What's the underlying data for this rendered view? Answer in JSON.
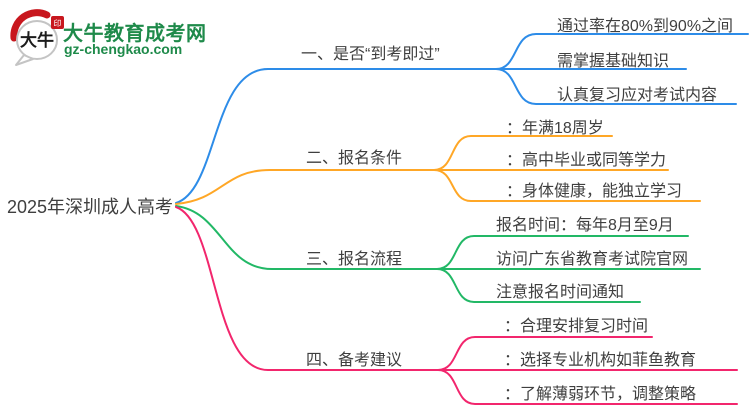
{
  "brand": {
    "logo_text": "大牛",
    "name": "大牛教育成考网",
    "domain": "gz-chengkao.com",
    "color": "#1e8a4a",
    "seal_color": "#c8171e"
  },
  "center": {
    "label": "2025年深圳成人高考"
  },
  "branches": [
    {
      "label": "一、是否“到考即过”",
      "color": "#2d8ce8",
      "children": [
        "通过率在80%到90%之间",
        "需掌握基础知识",
        "认真复习应对考试内容"
      ]
    },
    {
      "label": "二、报名条件",
      "color": "#ffa726",
      "children": [
        "：年满18周岁",
        "：高中毕业或同等学力",
        "：身体健康，能独立学习"
      ]
    },
    {
      "label": "三、报名流程",
      "color": "#22b866",
      "children": [
        "报名时间：每年8月至9月",
        "访问广东省教育考试院官网",
        "注意报名时间通知"
      ]
    },
    {
      "label": "四、备考建议",
      "color": "#f2266d",
      "children": [
        "：合理安排复习时间",
        "：选择专业机构如菲鱼教育",
        "：了解薄弱环节，调整策略"
      ]
    }
  ]
}
